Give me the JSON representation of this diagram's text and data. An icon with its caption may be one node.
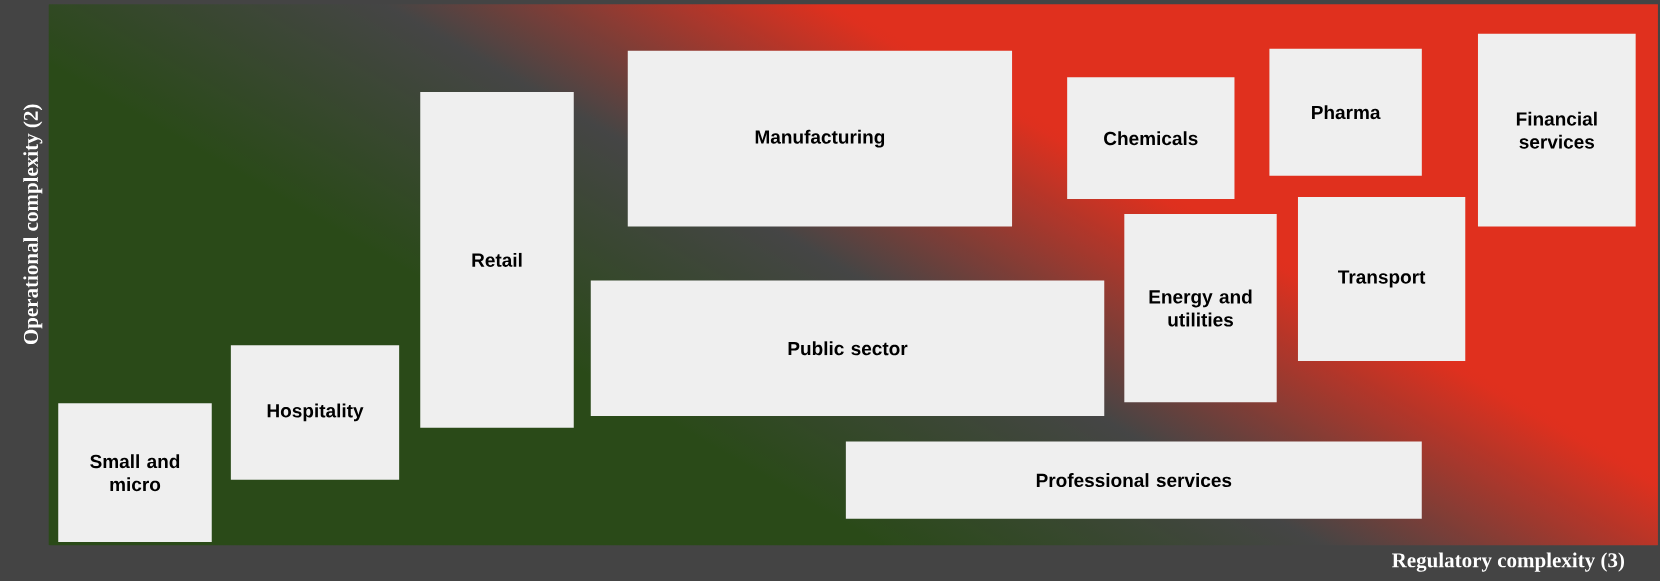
{
  "diagram": {
    "nodes": [
      {
        "text": [
          "Small and micro"
        ]
      },
      {
        "text": [
          "Hospitality"
        ]
      },
      {
        "text": [
          "Retail"
        ]
      },
      {
        "text": [
          "Manufacturing"
        ]
      },
      {
        "text": [
          "Public sector"
        ]
      },
      {
        "text": [
          "Professional services"
        ]
      },
      {
        "text": [
          "Chemicals"
        ]
      },
      {
        "text": [
          "Energy and utilities"
        ]
      },
      {
        "text": [
          "Pharma"
        ]
      },
      {
        "text": [
          "Transport"
        ]
      },
      {
        "text": [
          "Financial services"
        ]
      }
    ],
    "labels": [
      "Operational complexity (2)",
      "Regulatory complexity (3)"
    ]
  }
}
